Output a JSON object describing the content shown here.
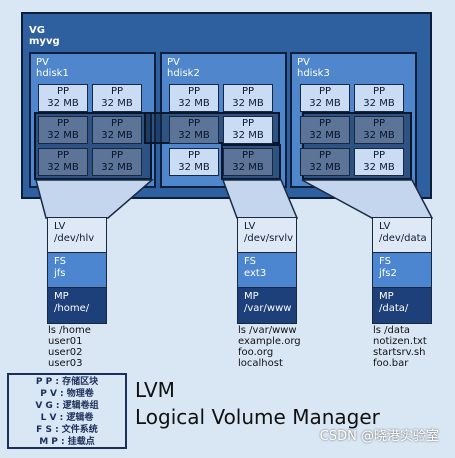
{
  "vg": {
    "line1": "VG",
    "line2": "myvg"
  },
  "pvs": [
    {
      "line1": "PV",
      "line2": "hdisk1"
    },
    {
      "line1": "PV",
      "line2": "hdisk2"
    },
    {
      "line1": "PV",
      "line2": "hdisk3"
    }
  ],
  "pp": {
    "line1": "PP",
    "line2": "32 MB"
  },
  "lvs": [
    {
      "lv": [
        "LV",
        "/dev/hlv"
      ],
      "fs": [
        "FS",
        "jfs"
      ],
      "mp": [
        "MP",
        "/home/"
      ],
      "files": [
        "ls /home",
        "user01",
        "user02",
        "user03"
      ]
    },
    {
      "lv": [
        "LV",
        "/dev/srvlv"
      ],
      "fs": [
        "FS",
        "ext3"
      ],
      "mp": [
        "MP",
        "/var/www"
      ],
      "files": [
        "ls /var/www",
        "example.org",
        "foo.org",
        "localhost"
      ]
    },
    {
      "lv": [
        "LV",
        "/dev/data"
      ],
      "fs": [
        "FS",
        "jfs2"
      ],
      "mp": [
        "MP",
        "/data/"
      ],
      "files": [
        "ls /data",
        "notizen.txt",
        "startsrv.sh",
        "foo.bar"
      ]
    }
  ],
  "legend": [
    "P P :  存储区块",
    "P V :  物理卷",
    "V G :  逻辑卷组",
    "L V :  逻辑卷",
    "F S :  文件系统",
    "M P :  挂载点"
  ],
  "title": {
    "line1": "LVM",
    "line2": "Logical Volume Manager"
  },
  "credit": "CSDN @晓港实验室",
  "colors": {
    "vg": "#2e5f9f",
    "pv": "#4f86cc",
    "pp_light": "#c9dcf3",
    "pp_used": "#5b7498",
    "lv_box": "#dfe9f6",
    "fs_box": "#4d86d0",
    "mp_box": "#1d3f7a"
  }
}
